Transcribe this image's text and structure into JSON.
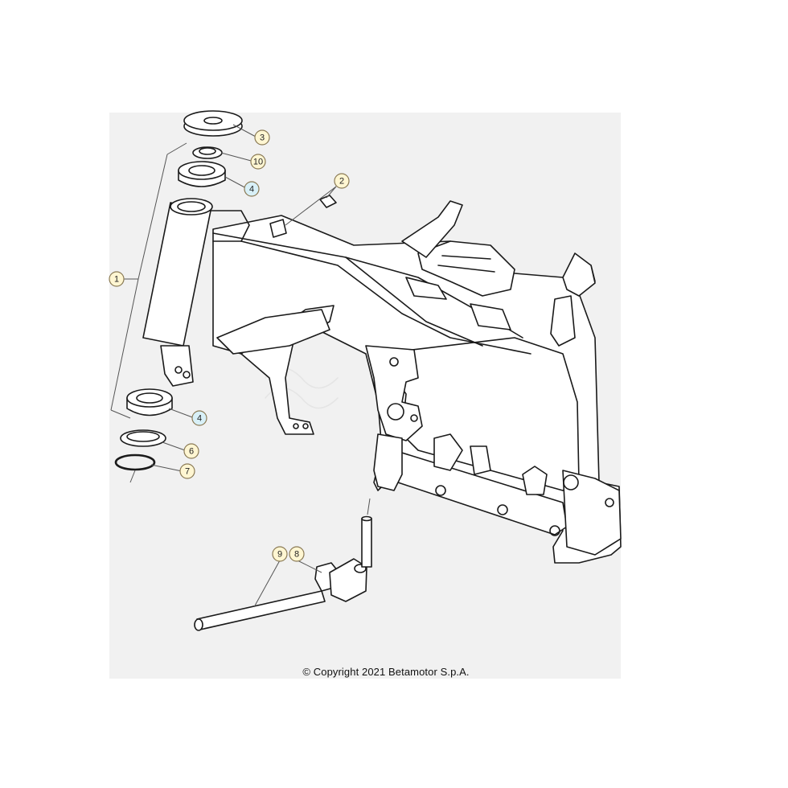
{
  "callouts": [
    {
      "id": "c3",
      "label": "3",
      "variant": "yellow"
    },
    {
      "id": "c10",
      "label": "10",
      "variant": "yellow"
    },
    {
      "id": "c4a",
      "label": "4",
      "variant": "blue"
    },
    {
      "id": "c2",
      "label": "2",
      "variant": "yellow"
    },
    {
      "id": "c1",
      "label": "1",
      "variant": "yellow"
    },
    {
      "id": "c4b",
      "label": "4",
      "variant": "blue"
    },
    {
      "id": "c6",
      "label": "6",
      "variant": "yellow"
    },
    {
      "id": "c7",
      "label": "7",
      "variant": "yellow"
    },
    {
      "id": "c9",
      "label": "9",
      "variant": "yellow"
    },
    {
      "id": "c8",
      "label": "8",
      "variant": "yellow"
    }
  ],
  "colors": {
    "sheet": "#f1f1f1",
    "line": "#1a1a1a",
    "callout_yellow": "#fff6d2",
    "callout_blue": "#d8f0f7",
    "watermark": "#e4e4e4"
  },
  "copyright": "© Copyright 2021 Betamotor S.p.A."
}
